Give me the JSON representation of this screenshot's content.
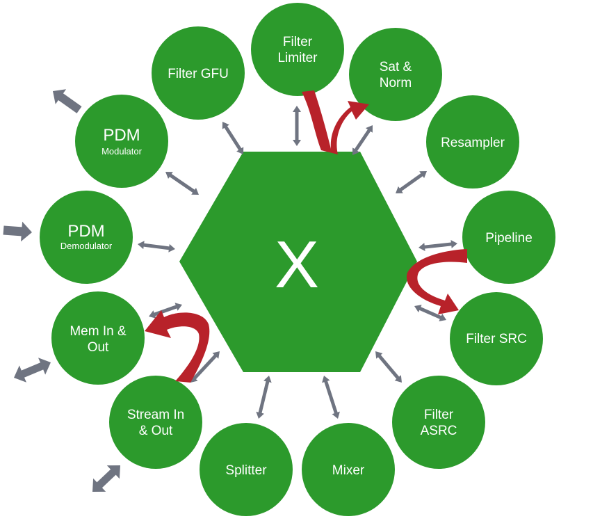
{
  "hub": {
    "label": "X"
  },
  "nodes": [
    {
      "id": "filter-limiter",
      "lines": [
        "Filter",
        "Limiter"
      ]
    },
    {
      "id": "sat-norm",
      "lines": [
        "Sat &",
        "Norm"
      ]
    },
    {
      "id": "resampler",
      "lines": [
        "Resampler"
      ]
    },
    {
      "id": "pipeline",
      "lines": [
        "Pipeline"
      ]
    },
    {
      "id": "filter-src",
      "lines": [
        "Filter SRC"
      ]
    },
    {
      "id": "filter-asrc",
      "lines": [
        "Filter",
        "ASRC"
      ]
    },
    {
      "id": "mixer",
      "lines": [
        "Mixer"
      ]
    },
    {
      "id": "splitter",
      "lines": [
        "Splitter"
      ]
    },
    {
      "id": "stream-in-out",
      "lines": [
        "Stream In",
        "& Out"
      ]
    },
    {
      "id": "mem-in-out",
      "lines": [
        "Mem In &",
        "Out"
      ]
    },
    {
      "id": "pdm-demodulator",
      "title": "PDM",
      "subtitle": "Demodulator"
    },
    {
      "id": "pdm-modulator",
      "title": "PDM",
      "subtitle": "Modulator"
    },
    {
      "id": "filter-gfu",
      "lines": [
        "Filter GFU"
      ]
    }
  ],
  "colors": {
    "node": "#2c9a2c",
    "connector": "#6f7481",
    "flow_arrow": "#b8222a",
    "text": "#ffffff"
  }
}
